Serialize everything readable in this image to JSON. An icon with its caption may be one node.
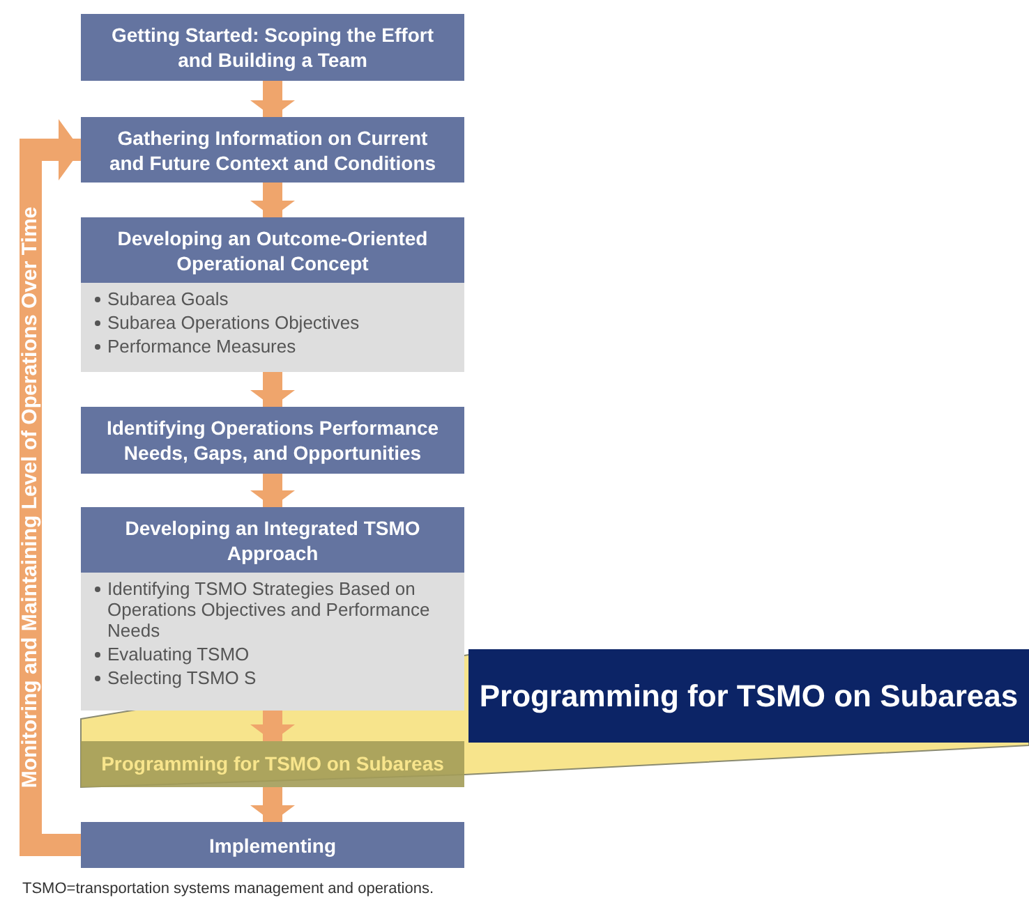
{
  "diagram": {
    "nodes": [
      {
        "text": [
          "Getting Started: Scoping the Effort and Building a Team"
        ]
      },
      {
        "text": [
          "Gathering Information on Current and Future Context and Conditions"
        ]
      },
      {
        "text": [
          "Developing an Outcome-Oriented Operational Concept",
          "Subarea Goals",
          "Subarea Operations Objectives",
          "Performance Measures"
        ]
      },
      {
        "text": [
          "Identifying Operations Performance Needs, Gaps, and Opportunities"
        ]
      },
      {
        "text": [
          "Developing an Integrated TSMO Approach",
          "Identifying TSMO Strategies Based on Operations Objectives and Performance Needs",
          "Evaluating TSMO",
          "Selecting TSMO S"
        ]
      },
      {
        "text": [
          "Programming for TSMO on Subareas"
        ]
      },
      {
        "text": [
          "Implementing"
        ]
      },
      {
        "text": [
          "Programming for TSMO on Subareas"
        ]
      }
    ],
    "edges": [
      {
        "from": 0,
        "to": 1,
        "arrow": "to"
      },
      {
        "from": 1,
        "to": 2,
        "arrow": "to"
      },
      {
        "from": 2,
        "to": 3,
        "arrow": "to"
      },
      {
        "from": 3,
        "to": 4,
        "arrow": "to"
      },
      {
        "from": 4,
        "to": 5,
        "arrow": "to"
      },
      {
        "from": 5,
        "to": 6,
        "arrow": "to"
      },
      {
        "from": 6,
        "to": 1,
        "arrow": "to",
        "label": "Monitoring and Maintaining Level of Operations Over Time"
      }
    ],
    "labels": [
      "TSMO=transportation systems management and operations."
    ]
  }
}
